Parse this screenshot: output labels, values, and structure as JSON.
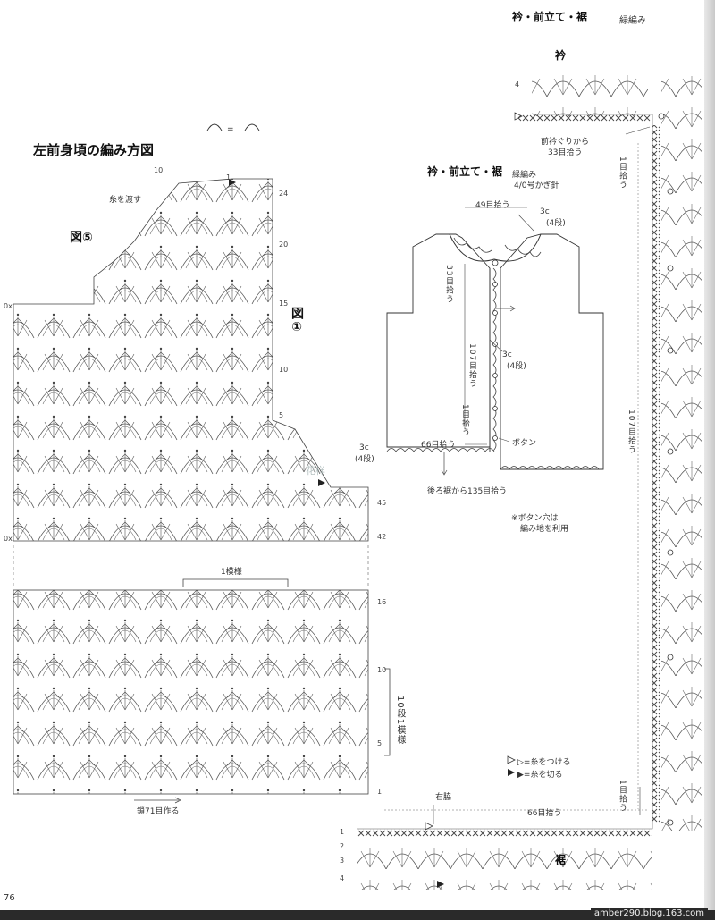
{
  "top_header": {
    "title": "衿・前立て・裾",
    "subtitle": "緑編み"
  },
  "left_chart": {
    "title": "左前身頃の編み方図",
    "figure_label": "図⑤",
    "figure_ref": "図①",
    "thread_note": "糸を渡す",
    "symbol_eq": "= ",
    "foundation": "鎖71目作る",
    "pattern_unit": "1模様",
    "repeat_note": "10段1模様",
    "row_numbers_top": [
      "10",
      "1",
      "24",
      "20",
      "15",
      "10",
      "5",
      "1"
    ],
    "row_numbers_right": [
      "45",
      "42",
      "16",
      "10",
      "5",
      "1"
    ],
    "side_marks": [
      "0x",
      "1"
    ]
  },
  "schematic": {
    "title": "衿・前立て・裾",
    "yarn_line1": "緑編み",
    "yarn_line2": "4/0号かぎ針",
    "neck_pick": "49目拾う",
    "collar_rows": "3c",
    "collar_rows_sub": "(4段)",
    "front_pick_top": "33目拾う",
    "front_pick_mid": "107目拾う",
    "band_rows": "3c",
    "band_rows_sub": "(4段)",
    "one_pick": "1目拾う",
    "hem_pick": "66目拾う",
    "hem_rows": "3c",
    "hem_rows_sub": "(4段)",
    "button_label": "ボタン",
    "back_pick": "後ろ裾から135目拾う",
    "note_line1": "※ボタン穴は",
    "note_line2": "編み地を利用"
  },
  "border_chart": {
    "collar_label": "衿",
    "hem_label": "裾",
    "neck_pick": "前衿ぐりから",
    "neck_pick2": "33目拾う",
    "one_pick_a": "1目拾う",
    "long_pick": "107目拾う",
    "one_pick_b": "1目拾う",
    "hem_pick": "66目拾う",
    "right_edge": "右脇",
    "row_marks": [
      "4",
      "1",
      "2",
      "3",
      "4"
    ]
  },
  "legend": {
    "attach": "▷=糸をつける",
    "cut": "▶=糸を切る"
  },
  "page": {
    "number": "76",
    "source": "amber290.blog.163.com"
  },
  "watermark": "花样"
}
